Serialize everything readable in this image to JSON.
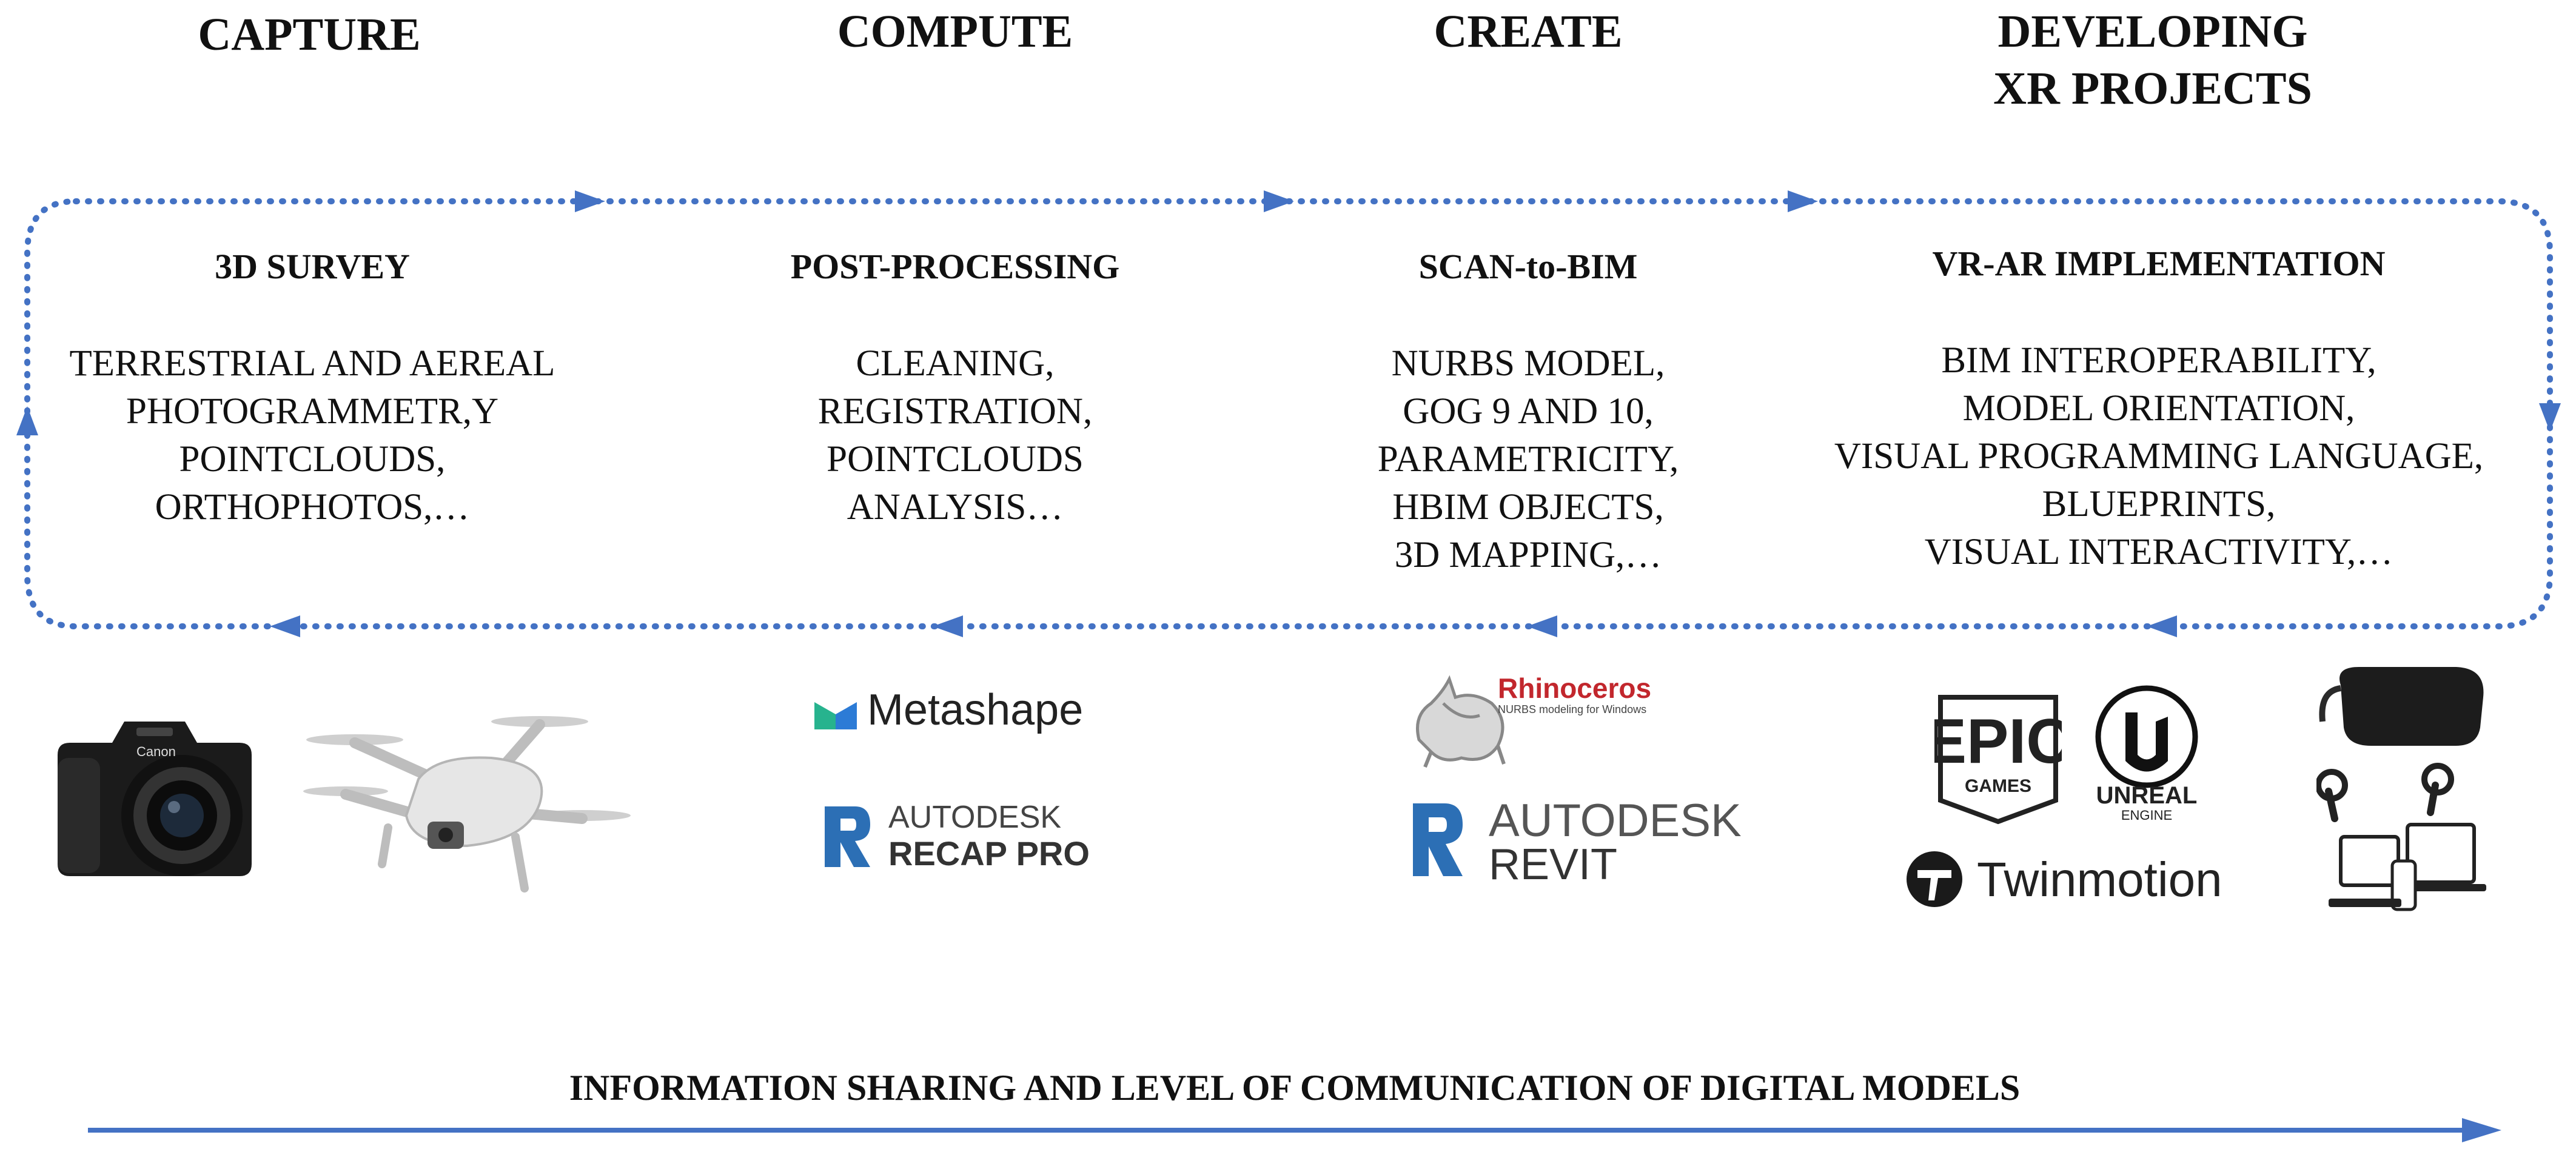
{
  "stages": [
    {
      "title": "CAPTURE",
      "subtitle": "3D SURVEY",
      "items": [
        "TERRESTRIAL AND AEREAL",
        "PHOTOGRAMMETR,Y",
        "POINTCLOUDS,",
        "ORTHOPHOTOS,…"
      ]
    },
    {
      "title": "COMPUTE",
      "subtitle": "POST-PROCESSING",
      "items": [
        "CLEANING,",
        "REGISTRATION,",
        "POINTCLOUDS",
        "ANALYSIS…"
      ]
    },
    {
      "title": "CREATE",
      "subtitle": "SCAN-to-BIM",
      "items": [
        "NURBS MODEL,",
        "GOG 9 AND 10,",
        "PARAMETRICITY,",
        "HBIM OBJECTS,",
        "3D MAPPING,…"
      ]
    },
    {
      "title": "DEVELOPING\nXR PROJECTS",
      "subtitle": "VR-AR IMPLEMENTATION",
      "items": [
        "BIM INTEROPERABILITY,",
        "MODEL ORIENTATION,",
        "VISUAL PROGRAMMING LANGUAGE,",
        "BLUEPRINTS,",
        "VISUAL INTERACTIVITY,…"
      ]
    }
  ],
  "logos": {
    "metashape": "Metashape",
    "recap_brand": "AUTODESK",
    "recap_product": "RECAP",
    "recap_suffix": "PRO",
    "rhino_name": "Rhinoceros",
    "rhino_tagline": "NURBS modeling for Windows",
    "revit_brand": "AUTODESK",
    "revit_product": "REVIT",
    "epic_line1": "EPIC",
    "epic_line2": "GAMES",
    "unreal_line1": "UNREAL",
    "unreal_line2": "ENGINE",
    "twinmotion": "Twinmotion",
    "camera_brand": "Canon"
  },
  "bottom_caption": "INFORMATION SHARING AND LEVEL OF COMMUNICATION OF DIGITAL MODELS",
  "colors": {
    "flow": "#4472C4",
    "text": "#111111"
  }
}
